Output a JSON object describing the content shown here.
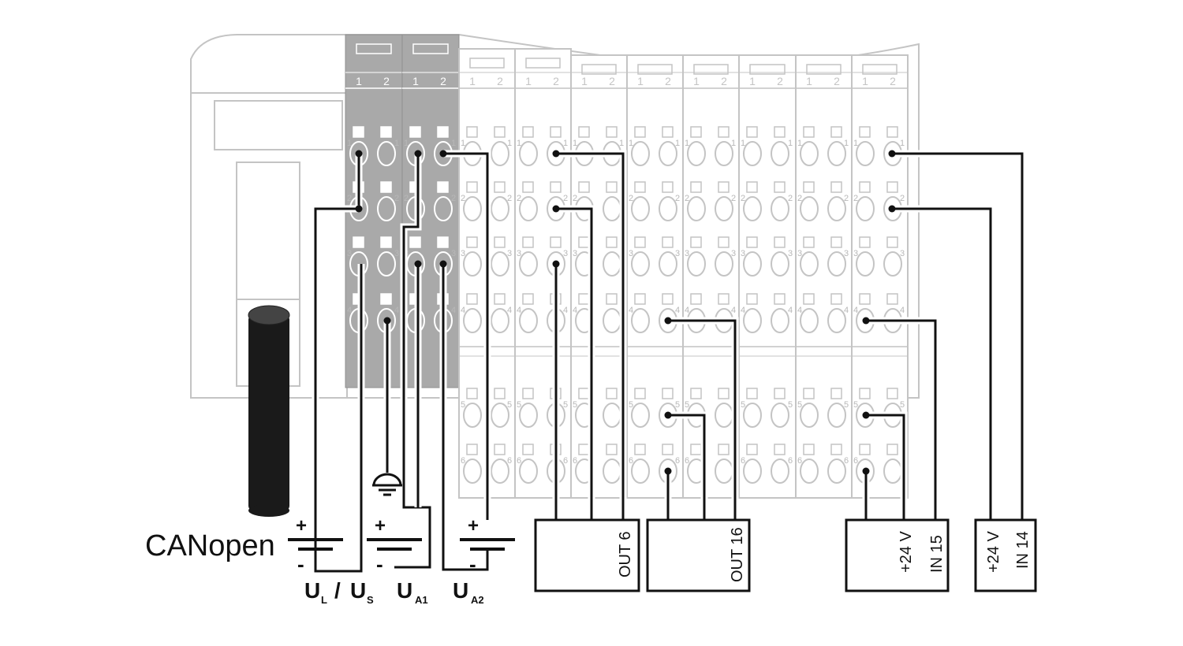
{
  "header_numbers": [
    "1",
    "2"
  ],
  "row_numbers": [
    "1",
    "2",
    "3",
    "4",
    "5",
    "6"
  ],
  "fieldbus_label": "CANopen",
  "supply": {
    "plus": "+",
    "minus": "-",
    "u": "U",
    "sub_l": "L",
    "slash": "/",
    "sub_s": "S",
    "sub_a1": "A1",
    "sub_a2": "A2"
  },
  "devices": {
    "out6": {
      "signal": "OUT 6",
      "ground_symbol": "protective-earth-icon",
      "ref_symbol": "reference-ground-icon"
    },
    "out16": {
      "signal": "OUT 16",
      "ground_symbol": "protective-earth-icon",
      "ref_symbol": "reference-ground-icon"
    },
    "in15": {
      "supply": "+24 V",
      "signal": "IN 15",
      "ref_symbol": "reference-ground-icon"
    },
    "in14": {
      "supply": "+24 V",
      "signal": "IN 14"
    }
  },
  "colors": {
    "module_outline": "#c4c4c4",
    "power_module_fill": "#a9a9a9",
    "wire": "#111111",
    "cable": "#1a1a1a"
  }
}
